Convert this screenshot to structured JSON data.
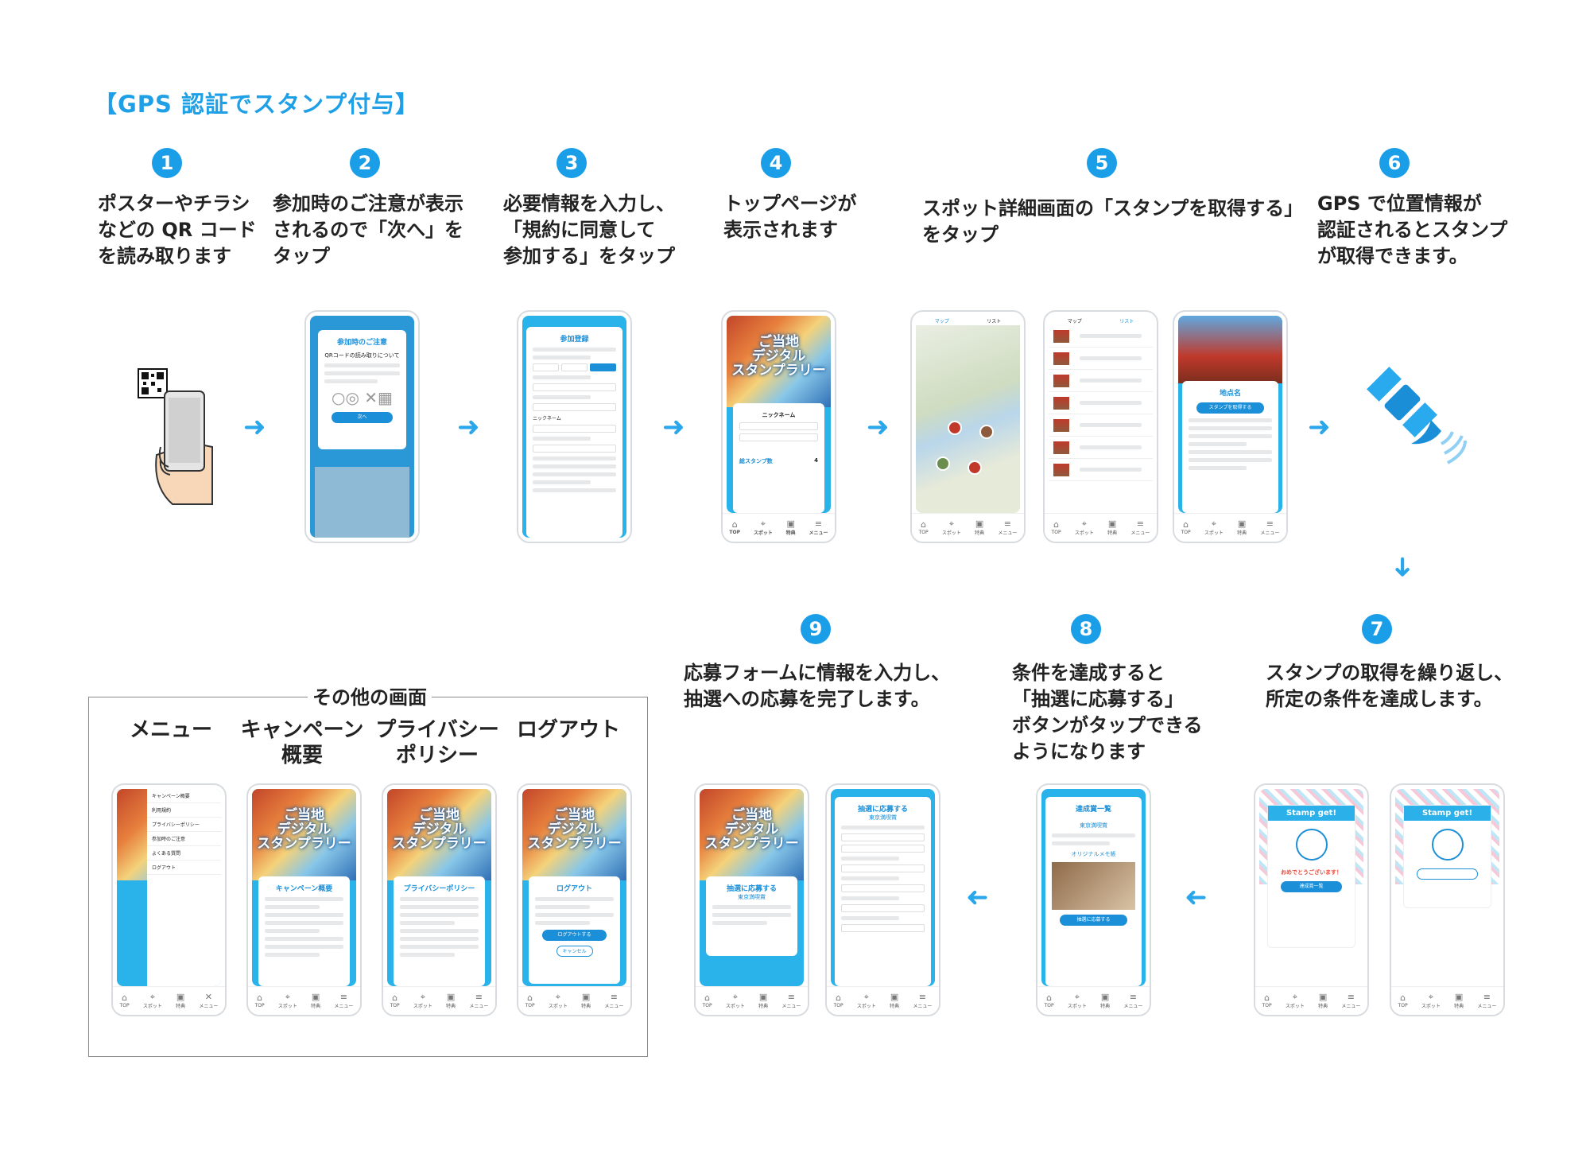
{
  "title": "【GPS 認証でスタンプ付与】",
  "steps": [
    {
      "num": "1",
      "text": "ポスターやチラシ\nなどの QR コード\nを読み取ります"
    },
    {
      "num": "2",
      "text": "参加時のご注意が表示\nされるので「次へ」を\nタップ"
    },
    {
      "num": "3",
      "text": "必要情報を入力し、\n「規約に同意して\n参加する」をタップ"
    },
    {
      "num": "4",
      "text": "トップページが\n表示されます"
    },
    {
      "num": "5",
      "text": "スポット詳細画面の「スタンプを取得する」\nをタップ"
    },
    {
      "num": "6",
      "text": "GPS で位置情報が\n認証されるとスタンプ\nが取得できます。"
    },
    {
      "num": "7",
      "text": "スタンプの取得を繰り返し、\n所定の条件を達成します。"
    },
    {
      "num": "8",
      "text": "条件を達成すると\n「抽選に応募する」\nボタンがタップできる\nようになります"
    },
    {
      "num": "9",
      "text": "応募フォームに情報を入力し、\n抽選への応募を完了します。"
    }
  ],
  "other": {
    "label": "その他の画面",
    "headers": [
      "メニュー",
      "キャンペーン\n概要",
      "プライバシー\nポリシー",
      "ログアウト"
    ]
  },
  "app": {
    "hero_title": "ご当地\nデジタル\nスタンプラリー",
    "tabs": [
      "TOP",
      "スポット",
      "特典",
      "メニュー"
    ],
    "tab_icons": [
      "⌂",
      "⌖",
      "▣",
      "≡"
    ],
    "notice_title": "参加時のご注意",
    "notice_sub": "QRコードの読み取りについて",
    "next": "次へ",
    "register_title": "参加登録",
    "nickname": "ニックネーム",
    "get_stamp": "スタンプを取得する",
    "spot_name": "地点名",
    "stamp_get": "Stamp get!",
    "congrats": "おめでとうございます！",
    "apply_title": "抽選に応募する",
    "prize": "東京満喫賞",
    "achieved_list": "達成賞一覧",
    "original_memo": "オリジナルメモ帳",
    "apply_btn": "抽選に応募する",
    "campaign_title": "キャンペーン概要",
    "privacy_title": "プライバシーポリシー",
    "logout_title": "ログアウト",
    "logout_btn": "ログアウトする",
    "cancel": "キャンセル",
    "menu_items": [
      "キャンペーン概要",
      "利用規約",
      "プライバシーポリシー",
      "参加時のご注意",
      "よくある質問",
      "ログアウト"
    ],
    "map_tab": "マップ",
    "list_tab": "リスト",
    "stamp_count": "総スタンプ数",
    "count_val": "4"
  },
  "colors": {
    "accent": "#1a9ee8",
    "screen": "#29b3ea"
  }
}
